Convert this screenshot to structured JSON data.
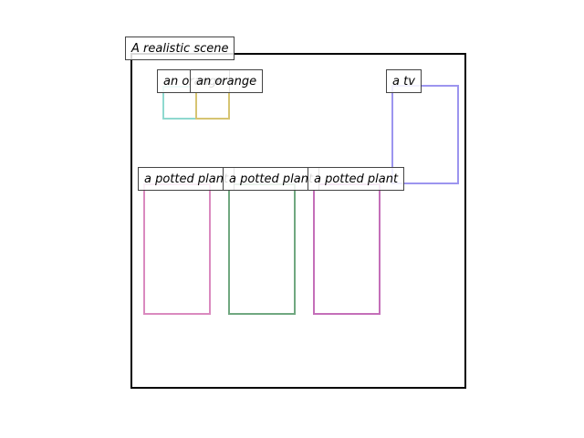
{
  "scene": {
    "caption": "A realistic scene",
    "frame_color": "#000000"
  },
  "objects": [
    {
      "label": "an orange",
      "color": "#8fd9cf"
    },
    {
      "label": "an orange",
      "color": "#d6c472"
    },
    {
      "label": "a tv",
      "color": "#9c95ef"
    },
    {
      "label": "a potted plant",
      "color": "#da8abf"
    },
    {
      "label": "a potted plant",
      "color": "#70a880"
    },
    {
      "label": "a potted plant",
      "color": "#c46fb9"
    }
  ]
}
